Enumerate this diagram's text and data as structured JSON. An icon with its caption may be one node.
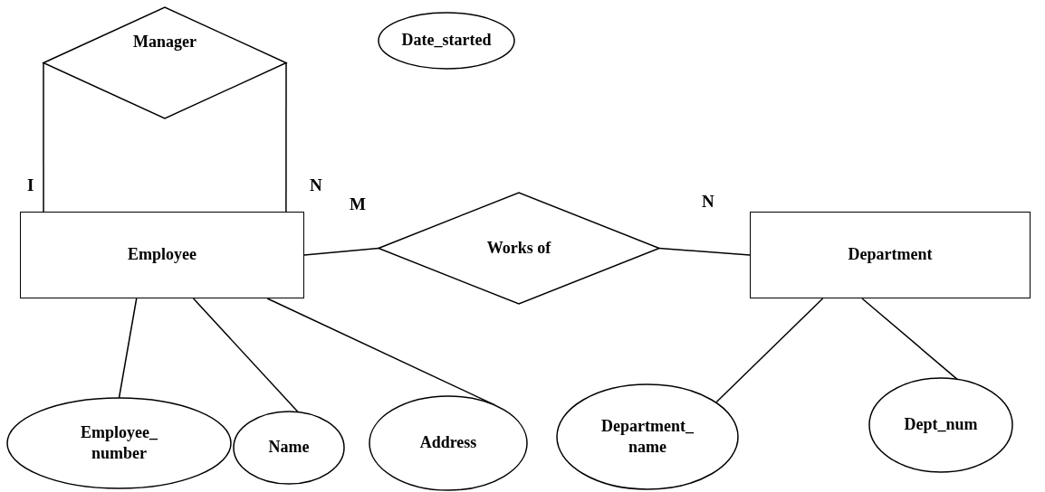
{
  "diagram": {
    "nodes": [
      {
        "text": [
          "Manager"
        ]
      },
      {
        "text": [
          "Date_started"
        ]
      },
      {
        "text": [
          "Employee"
        ]
      },
      {
        "text": [
          "Works of"
        ]
      },
      {
        "text": [
          "Department"
        ]
      },
      {
        "text": [
          "Employee_ number"
        ]
      },
      {
        "text": [
          "Name"
        ]
      },
      {
        "text": [
          "Address"
        ]
      },
      {
        "text": [
          "Department_ name"
        ]
      },
      {
        "text": [
          "Dept_num"
        ]
      }
    ],
    "edges": [
      {
        "from": 0,
        "to": 2,
        "arrow": "none"
      },
      {
        "from": 0,
        "to": 2,
        "arrow": "none"
      },
      {
        "from": 2,
        "to": 3,
        "arrow": "none"
      },
      {
        "from": 3,
        "to": 4,
        "arrow": "none"
      },
      {
        "from": 2,
        "to": 5,
        "arrow": "none"
      },
      {
        "from": 2,
        "to": 6,
        "arrow": "none"
      },
      {
        "from": 2,
        "to": 7,
        "arrow": "none"
      },
      {
        "from": 4,
        "to": 8,
        "arrow": "none"
      },
      {
        "from": 4,
        "to": 9,
        "arrow": "none"
      }
    ],
    "labels": [
      "I",
      "N",
      "M",
      "N"
    ]
  }
}
